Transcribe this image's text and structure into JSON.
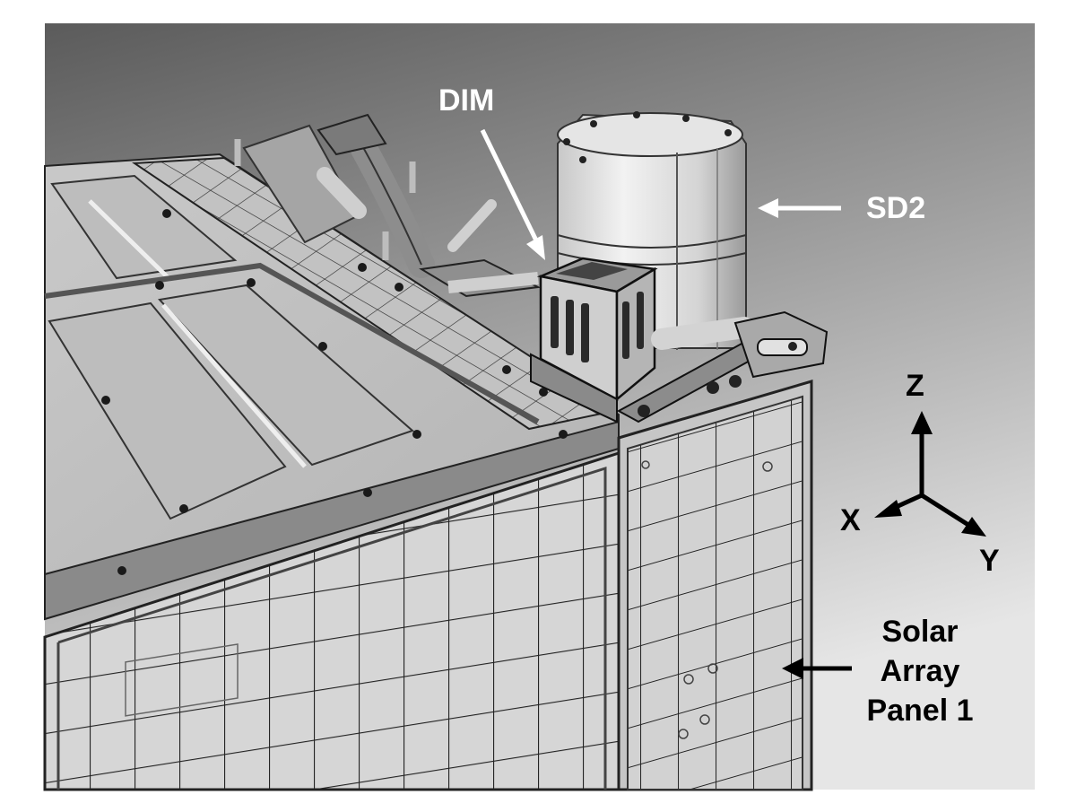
{
  "labels": {
    "dim": "DIM",
    "sd2": "SD2",
    "axis_z": "Z",
    "axis_x": "X",
    "axis_y": "Y",
    "solar_line1": "Solar",
    "solar_line2": "Array",
    "solar_line3": "Panel 1"
  },
  "colors": {
    "callout_light": "#ffffff",
    "callout_dark": "#000000",
    "background_top": "#5e5e5e",
    "background_bottom": "#e2e2e2"
  }
}
